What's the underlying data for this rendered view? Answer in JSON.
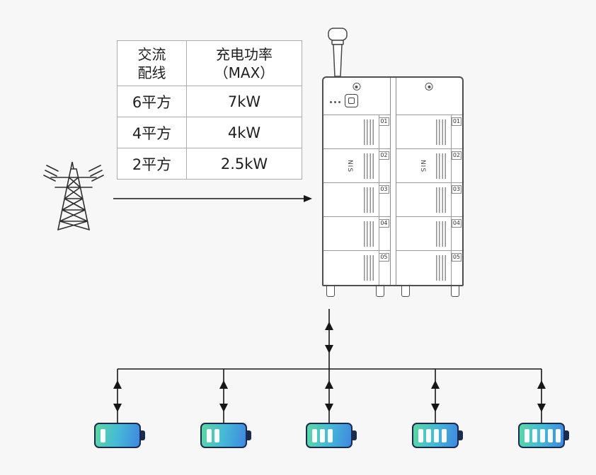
{
  "table": {
    "headers": [
      [
        "交流",
        "配线"
      ],
      [
        "充电功率",
        "（MAX）"
      ]
    ],
    "rows": [
      [
        "6平方",
        "7kW"
      ],
      [
        "4平方",
        "4kW"
      ],
      [
        "2平方",
        "2.5kW"
      ]
    ]
  },
  "cabinet": {
    "side_label": "NIS",
    "slot_labels": [
      "01",
      "02",
      "03",
      "04",
      "05"
    ]
  },
  "batteries": {
    "levels": [
      1,
      2,
      3,
      4,
      5
    ]
  },
  "icons": {
    "power_tower": "transmission-tower",
    "antenna": "sensor-pole",
    "flow_arrow": "right-arrow",
    "branch_arrows": "bidirectional-arrow"
  },
  "colors": {
    "background": "#f7f7f8",
    "line": "#171717",
    "battery_gradient_start": "#5cd8a2",
    "battery_gradient_mid": "#45b9d6",
    "battery_gradient_end": "#3f87e0",
    "battery_border": "#1b2b4d"
  }
}
